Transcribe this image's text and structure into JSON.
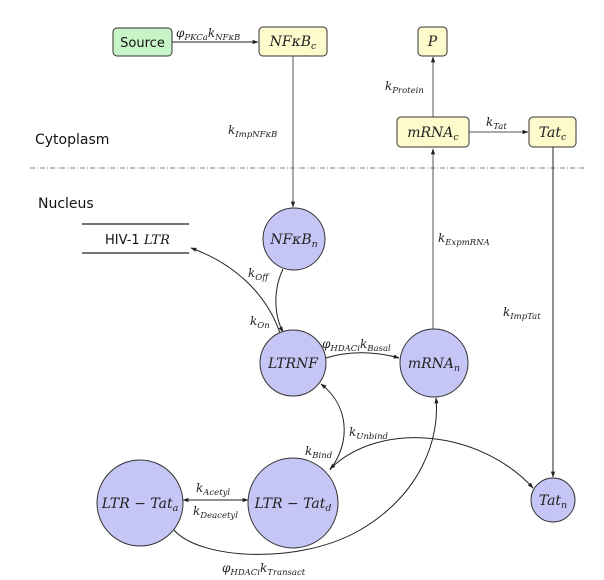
{
  "regions": {
    "cytoplasm": "Cytoplasm",
    "nucleus": "Nucleus"
  },
  "colors": {
    "source_fill": "#c8f5c8",
    "cytoplasm_node_fill": "#fdfacc",
    "nucleus_node_fill": "#c6c6f6",
    "stroke": "#333333"
  },
  "nodes": {
    "source": {
      "label": "Source"
    },
    "nfkb_c": {
      "main": "NFκB",
      "sub": "c"
    },
    "p": {
      "main": "P",
      "sub": ""
    },
    "mrna_c": {
      "main": "mRNA",
      "sub": "c"
    },
    "tat_c": {
      "main": "Tat",
      "sub": "c"
    },
    "nfkb_n": {
      "main": "NFκB",
      "sub": "n"
    },
    "hiv_ltr": {
      "prefix": "HIV-1 ",
      "main": "LTR"
    },
    "ltrnf": {
      "main": "LTRNF",
      "sub": ""
    },
    "mrna_n": {
      "main": "mRNA",
      "sub": "n"
    },
    "ltr_tat_a": {
      "main": "LTR − Tat",
      "sub": "a"
    },
    "ltr_tat_d": {
      "main": "LTR − Tat",
      "sub": "d"
    },
    "tat_n": {
      "main": "Tat",
      "sub": "n"
    }
  },
  "edges": {
    "source_to_nfkb_c": {
      "phi": "φ",
      "phi_sub": "PKCa",
      "k": "k",
      "k_sub": "NFκB"
    },
    "nfkb_c_to_nfkb_n": {
      "k": "k",
      "k_sub": "ImpNFκB"
    },
    "mrna_c_to_p": {
      "k": "k",
      "k_sub": "Protein"
    },
    "mrna_c_to_tat_c": {
      "k": "k",
      "k_sub": "Tat"
    },
    "mrna_n_to_mrna_c": {
      "k": "k",
      "k_sub": "ExpmRNA"
    },
    "tat_c_to_tat_n": {
      "k": "k",
      "k_sub": "ImpTat"
    },
    "ltrnf_off": {
      "k": "k",
      "k_sub": "Off"
    },
    "ltrnf_on": {
      "k": "k",
      "k_sub": "On"
    },
    "ltrnf_to_mrna_n": {
      "phi": "φ",
      "phi_sub": "HDACi",
      "k": "k",
      "k_sub": "Basal"
    },
    "bind": {
      "k": "k",
      "k_sub": "Bind"
    },
    "unbind": {
      "k": "k",
      "k_sub": "Unbind"
    },
    "acetyl": {
      "k": "k",
      "k_sub": "Acetyl"
    },
    "deacetyl": {
      "k": "k",
      "k_sub": "Deacetyl"
    },
    "transact": {
      "phi": "φ",
      "phi_sub": "HDACi",
      "k": "k",
      "k_sub": "Transact"
    }
  }
}
